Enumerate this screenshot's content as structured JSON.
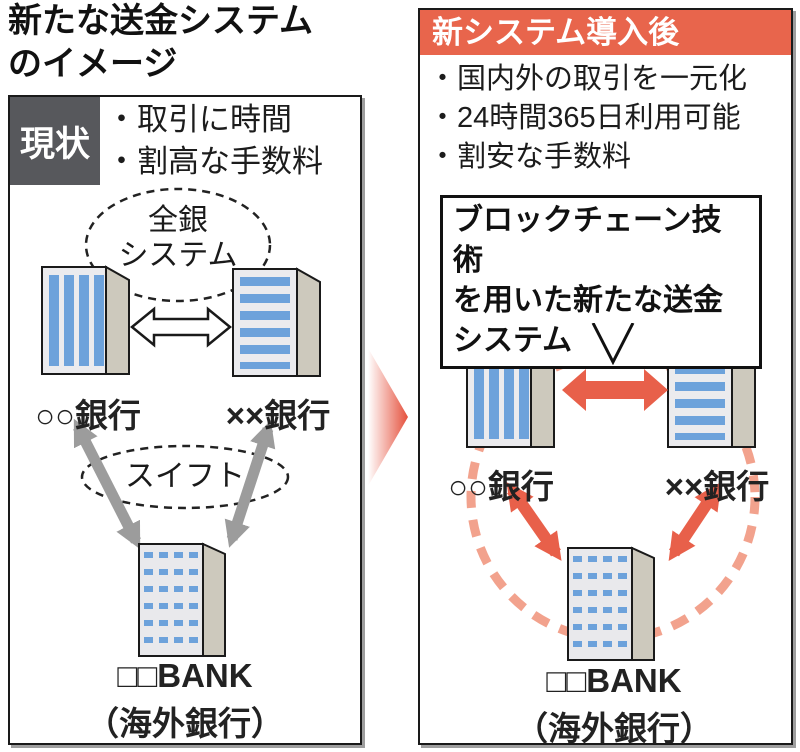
{
  "title": {
    "line1": "新たな送金システム",
    "line2": "のイメージ"
  },
  "left_panel": {
    "badge": "現状",
    "bullets": [
      "・取引に時間",
      "・割高な手数料"
    ],
    "zengin_line1": "全銀",
    "zengin_line2": "システム",
    "swift": "スイフト",
    "bank_a": "○○銀行",
    "bank_b": "××銀行",
    "overseas_bank": "□□BANK",
    "overseas_bank_sub": "（海外銀行）"
  },
  "right_panel": {
    "header": "新システム導入後",
    "bullets": [
      "・国内外の取引を一元化",
      "・24時間365日利用可能",
      "・割安な手数料"
    ],
    "callout_line1": "ブロックチェーン技術",
    "callout_line2": "を用いた新たな送金",
    "callout_line3": "システム",
    "bank_a": "○○銀行",
    "bank_b": "××銀行",
    "overseas_bank": "□□BANK",
    "overseas_bank_sub": "（海外銀行）"
  },
  "colors": {
    "accent_red": "#e8604a",
    "header_red": "#e8654c",
    "dashed_circle_salmon": "#f2a28d",
    "badge_gray": "#57585c",
    "window_blue": "#6da2db",
    "building_front": "#ebebee",
    "building_side": "#cdc9bd",
    "arrow_gray": "#9c9c9c"
  }
}
